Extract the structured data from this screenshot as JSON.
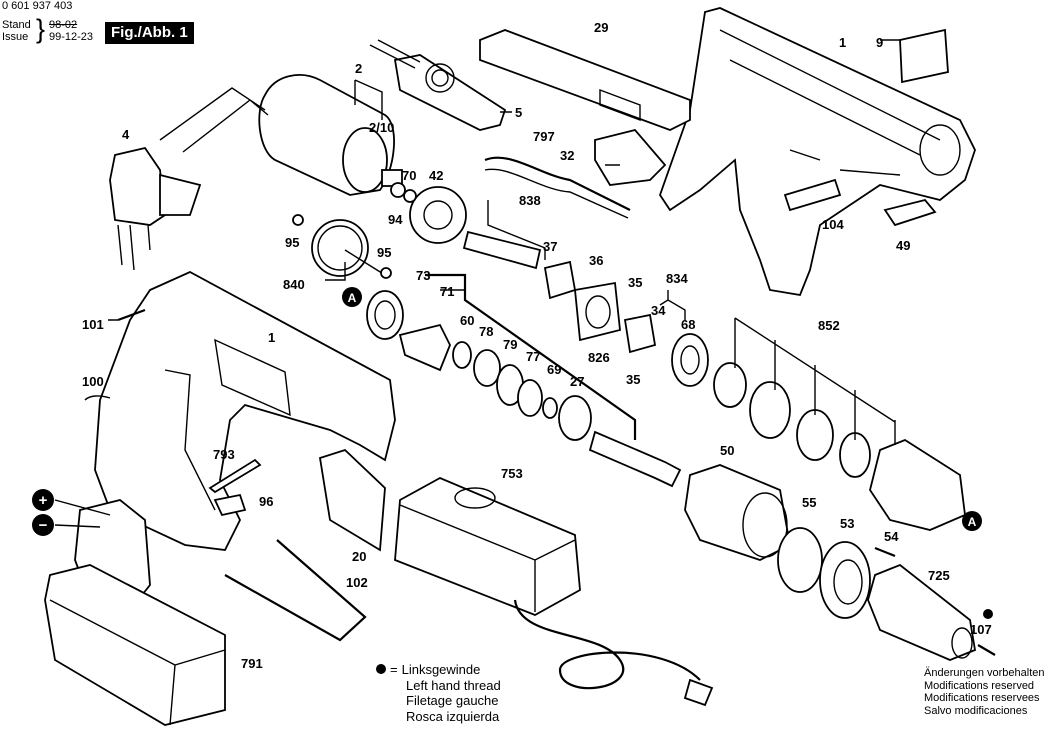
{
  "header": {
    "document_number": "0 601 937 403",
    "stand_label": "Stand",
    "issue_label": "Issue",
    "stand_value_struck": "98-02",
    "issue_date": "99-12-23",
    "figure_label": "Fig./Abb. 1"
  },
  "diagram": {
    "title": "Exploded parts diagram – cordless drill/driver",
    "reference_marker": "A",
    "battery_terminals": [
      "+",
      "−"
    ],
    "part_labels": [
      {
        "id": "p1a",
        "text": "1"
      },
      {
        "id": "p1b",
        "text": "1"
      },
      {
        "id": "p2",
        "text": "2"
      },
      {
        "id": "p2_10",
        "text": "2/10"
      },
      {
        "id": "p4",
        "text": "4"
      },
      {
        "id": "p5",
        "text": "5"
      },
      {
        "id": "p9",
        "text": "9"
      },
      {
        "id": "p20",
        "text": "20"
      },
      {
        "id": "p27",
        "text": "27"
      },
      {
        "id": "p29",
        "text": "29"
      },
      {
        "id": "p32",
        "text": "32"
      },
      {
        "id": "p34",
        "text": "34"
      },
      {
        "id": "p35a",
        "text": "35"
      },
      {
        "id": "p35b",
        "text": "35"
      },
      {
        "id": "p36",
        "text": "36"
      },
      {
        "id": "p37",
        "text": "37"
      },
      {
        "id": "p42",
        "text": "42"
      },
      {
        "id": "p49",
        "text": "49"
      },
      {
        "id": "p50",
        "text": "50"
      },
      {
        "id": "p53",
        "text": "53"
      },
      {
        "id": "p54",
        "text": "54"
      },
      {
        "id": "p55",
        "text": "55"
      },
      {
        "id": "p60",
        "text": "60"
      },
      {
        "id": "p68",
        "text": "68"
      },
      {
        "id": "p69",
        "text": "69"
      },
      {
        "id": "p70",
        "text": "70"
      },
      {
        "id": "p71",
        "text": "71"
      },
      {
        "id": "p73",
        "text": "73"
      },
      {
        "id": "p77",
        "text": "77"
      },
      {
        "id": "p78",
        "text": "78"
      },
      {
        "id": "p79",
        "text": "79"
      },
      {
        "id": "p94",
        "text": "94"
      },
      {
        "id": "p95a",
        "text": "95"
      },
      {
        "id": "p95b",
        "text": "95"
      },
      {
        "id": "p96",
        "text": "96"
      },
      {
        "id": "p100",
        "text": "100"
      },
      {
        "id": "p101",
        "text": "101"
      },
      {
        "id": "p102",
        "text": "102"
      },
      {
        "id": "p104",
        "text": "104"
      },
      {
        "id": "p107",
        "text": "107"
      },
      {
        "id": "p725",
        "text": "725"
      },
      {
        "id": "p753",
        "text": "753"
      },
      {
        "id": "p791",
        "text": "791"
      },
      {
        "id": "p793",
        "text": "793"
      },
      {
        "id": "p797",
        "text": "797"
      },
      {
        "id": "p826",
        "text": "826"
      },
      {
        "id": "p834",
        "text": "834"
      },
      {
        "id": "p838",
        "text": "838"
      },
      {
        "id": "p840",
        "text": "840"
      },
      {
        "id": "p852",
        "text": "852"
      }
    ]
  },
  "legend": {
    "symbol_meaning": "=",
    "lines": [
      "Linksgewinde",
      "Left hand thread",
      "Filetage gauche",
      "Rosca izquierda"
    ]
  },
  "notes": {
    "lines": [
      "Änderungen vorbehalten",
      "Modifications reserved",
      "Modifications reservees",
      "Salvo modificaciones"
    ]
  }
}
